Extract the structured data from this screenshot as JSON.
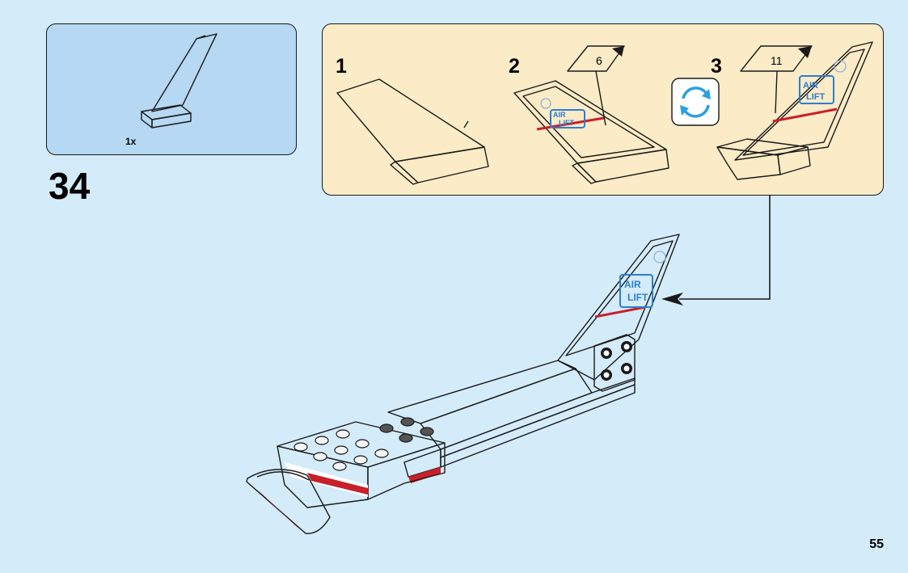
{
  "parts_box": {
    "quantity_label": "1x",
    "part_icon": "tail-fin-part-icon"
  },
  "step": {
    "number": "34"
  },
  "subassembly": {
    "substeps": [
      {
        "label": "1"
      },
      {
        "label": "2",
        "sticker_number": "6"
      },
      {
        "label": "3",
        "sticker_number": "11"
      }
    ],
    "rotate_icon": "rotate-arrows-icon"
  },
  "sticker_text": {
    "line1": "AIR",
    "line2": "LIFT"
  },
  "page": {
    "number": "55"
  },
  "colors": {
    "background": "#d4ebfa",
    "parts_box": "#b6d8f2",
    "subassembly_box": "#fbebc6",
    "accent_red": "#c8202a",
    "sticker_blue": "#2a7fd0"
  }
}
